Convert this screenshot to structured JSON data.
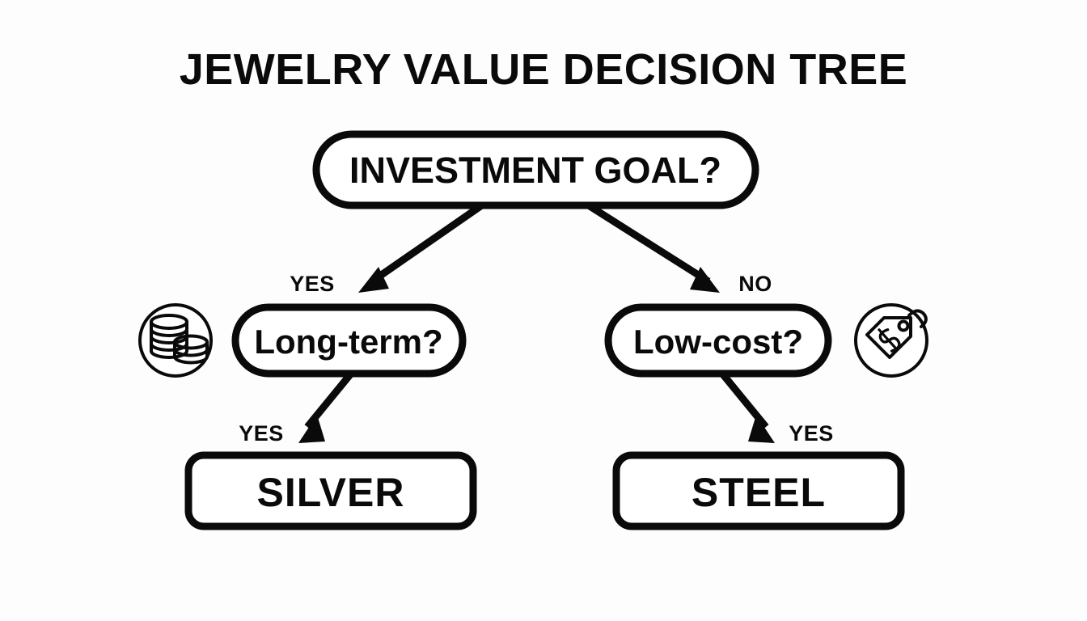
{
  "page": {
    "title": "JEWELRY VALUE DECISION TREE",
    "background_color": "#fdfdfd",
    "ink_color": "#0a0a0a"
  },
  "tree": {
    "root": {
      "label": "INVESTMENT GOAL?",
      "shape": "pill"
    },
    "branches": [
      {
        "id": "left",
        "label": "Long-term?",
        "shape": "pill",
        "edge_label": "YES",
        "icon": "coin-stack-icon",
        "icon_side": "left",
        "leaf": {
          "label": "SILVER",
          "shape": "rounded-rect",
          "edge_label": "YES"
        }
      },
      {
        "id": "right",
        "label": "Low-cost?",
        "shape": "pill",
        "edge_label": "NO",
        "icon": "price-tag-icon",
        "icon_side": "right",
        "leaf": {
          "label": "STEEL",
          "shape": "rounded-rect",
          "edge_label": "YES"
        }
      }
    ]
  },
  "chart_data": {
    "type": "diagram",
    "title": "JEWELRY VALUE DECISION TREE",
    "nodes": [
      {
        "id": "root",
        "label": "INVESTMENT GOAL?",
        "level": 0
      },
      {
        "id": "long_term",
        "label": "Long-term?",
        "level": 1
      },
      {
        "id": "low_cost",
        "label": "Low-cost?",
        "level": 1
      },
      {
        "id": "silver",
        "label": "SILVER",
        "level": 2
      },
      {
        "id": "steel",
        "label": "STEEL",
        "level": 2
      }
    ],
    "edges": [
      {
        "from": "root",
        "to": "long_term",
        "label": "YES"
      },
      {
        "from": "root",
        "to": "low_cost",
        "label": "NO"
      },
      {
        "from": "long_term",
        "to": "silver",
        "label": "YES"
      },
      {
        "from": "low_cost",
        "to": "steel",
        "label": "YES"
      }
    ]
  }
}
